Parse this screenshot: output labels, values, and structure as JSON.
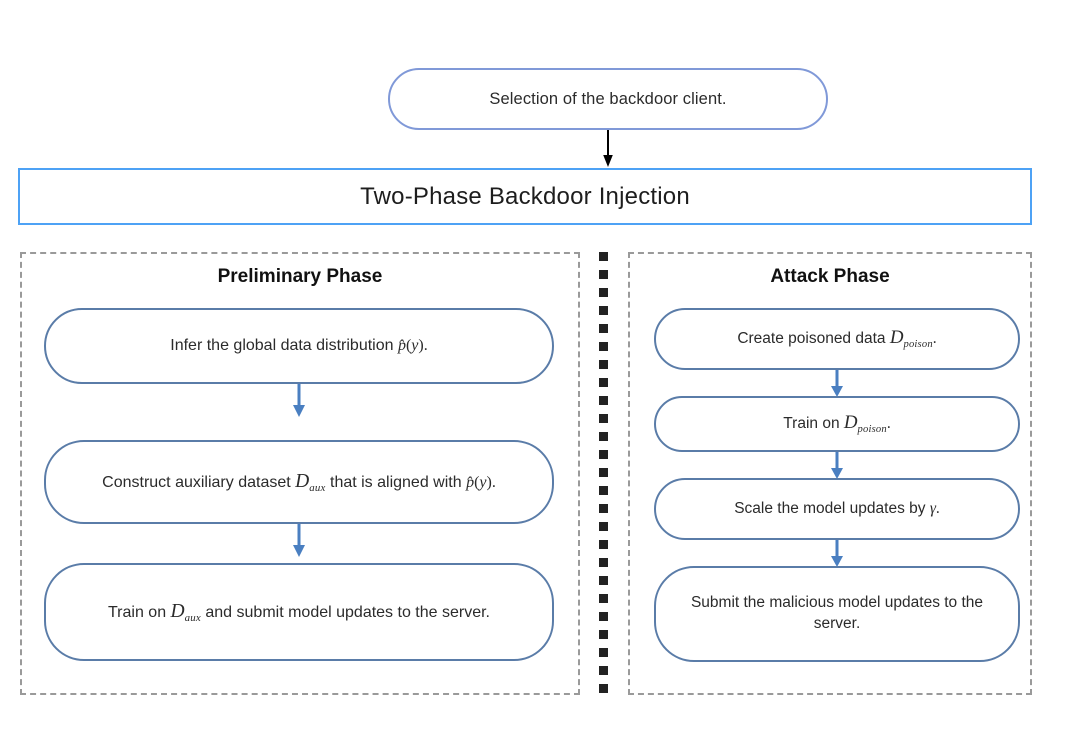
{
  "diagram": {
    "entry": {
      "label": "Selection of the backdoor client.",
      "border_color": "#8099d8"
    },
    "banner": {
      "label": "Two-Phase Backdoor Injection",
      "border_color": "#4da2f5"
    },
    "divider": {
      "name": "vertical-dotted-divider",
      "color": "#222222"
    },
    "arrow_colors": {
      "entry_arrow": "#000000",
      "flow_arrow": "#4a7fc1"
    },
    "node_border_color": "#5a7ca8",
    "panel_border_color": "#9a9a9a",
    "phases": [
      {
        "id": "preliminary",
        "title": "Preliminary Phase",
        "steps": [
          {
            "id": "infer-distribution",
            "text_plain": "Infer the global data distribution p̂(y).",
            "text_html": "Infer the global data distribution <span class=\"mi\">p̂</span><span class=\"up\">(</span><span class=\"mi\">y</span><span class=\"up\">).</span>"
          },
          {
            "id": "construct-auxiliary-dataset",
            "text_plain": "Construct auxiliary dataset D_aux that is aligned with p̂(y).",
            "text_html": "Construct auxiliary dataset <span class=\"mi-big\">D</span><span class=\"sub\">aux</span> that is aligned with <span class=\"mi\">p̂</span><span class=\"up\">(</span><span class=\"mi\">y</span><span class=\"up\">).</span>"
          },
          {
            "id": "train-on-aux-submit",
            "text_plain": "Train on D_aux and submit model updates to the server.",
            "text_html": "Train on <span class=\"mi-big\">D</span><span class=\"sub\">aux</span> and submit model updates to the server."
          }
        ]
      },
      {
        "id": "attack",
        "title": "Attack Phase",
        "steps": [
          {
            "id": "create-poisoned-data",
            "text_plain": "Create poisoned data D_poison.",
            "text_html": "Create poisoned data <span class=\"mi-big\">D</span><span class=\"sub\">poison</span><span class=\"up\">.</span>"
          },
          {
            "id": "train-on-poison",
            "text_plain": "Train on D_poison.",
            "text_html": "Train on <span class=\"mi-big\">D</span><span class=\"sub\">poison</span><span class=\"up\">.</span>"
          },
          {
            "id": "scale-model-updates",
            "text_plain": "Scale the model updates by γ.",
            "text_html": "Scale the model updates by <span class=\"mi\">γ</span><span class=\"up\">.</span>"
          },
          {
            "id": "submit-malicious-updates",
            "text_plain": "Submit the malicious model updates to the server.",
            "text_html": "Submit the malicious model updates to the server."
          }
        ]
      }
    ]
  }
}
